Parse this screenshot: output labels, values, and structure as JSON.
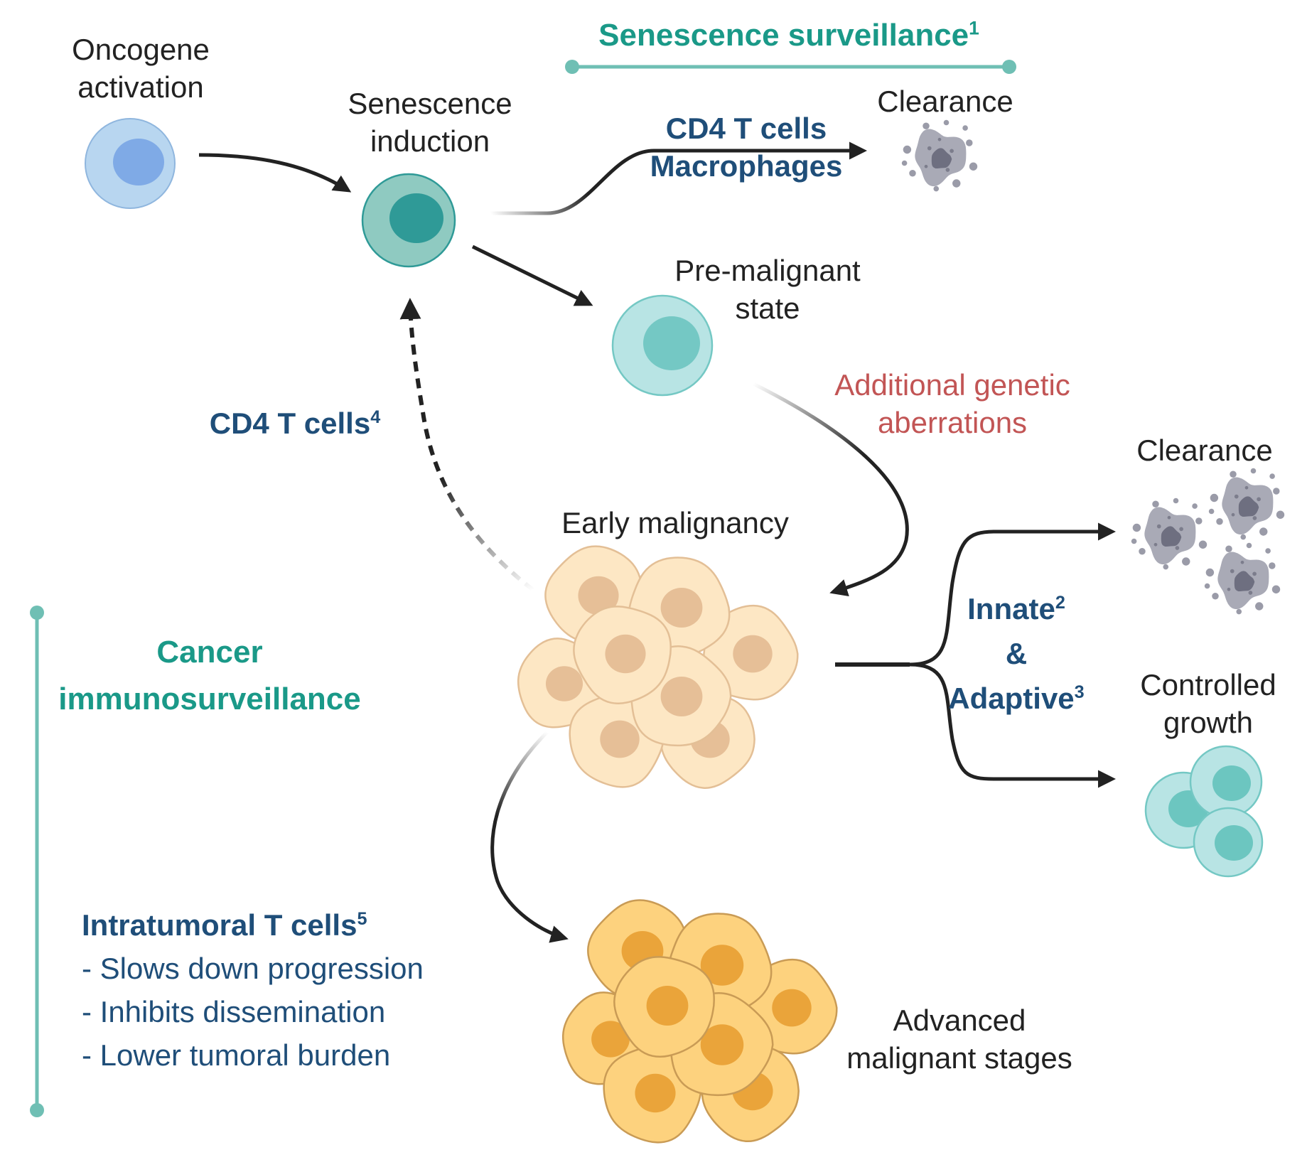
{
  "colors": {
    "teal": "#1a9988",
    "navy": "#1f4e79",
    "red": "#c25555",
    "dark": "#222222",
    "blue_cell": "#b8d6f0",
    "blue_nucleus": "#7faae6",
    "teal_cell": "#8fcac1",
    "teal_nucleus": "#2f9a97",
    "light_teal_cell": "#b8e4e4",
    "light_teal_nucleus": "#74c8c4",
    "cream_cell": "#fde7c4",
    "cream_nucleus": "#e6bf97",
    "orange_cell": "#fdd27e",
    "orange_nucleus": "#eaa43a",
    "debris": "#9a9ba8"
  },
  "labels": {
    "oncogene": [
      "Oncogene",
      "activation"
    ],
    "senescence_induction": [
      "Senescence",
      "induction"
    ],
    "senescence_surveillance": "Senescence surveillance",
    "senescence_surveillance_ref": "1",
    "clearance_top": "Clearance",
    "cd4_macro": [
      "CD4 T cells",
      "Macrophages"
    ],
    "pre_malignant": [
      "Pre-malignant",
      "state"
    ],
    "additional_genetic": [
      "Additional genetic",
      "aberrations"
    ],
    "cd4_t_cells": "CD4 T cells",
    "cd4_ref": "4",
    "clearance_right": "Clearance",
    "early_malignancy": "Early malignancy",
    "innate": "Innate",
    "innate_ref": "2",
    "ampersand": "&",
    "adaptive": "Adaptive",
    "adaptive_ref": "3",
    "controlled_growth": [
      "Controlled",
      "growth"
    ],
    "cancer_immuno": [
      "Cancer",
      "immunosurveillance"
    ],
    "intratumoral": "Intratumoral T cells",
    "intratumoral_ref": "5",
    "effects": [
      "- Slows down progression",
      "- Inhibits dissemination",
      "- Lower tumoral burden"
    ],
    "advanced": [
      "Advanced",
      "malignant stages"
    ]
  }
}
